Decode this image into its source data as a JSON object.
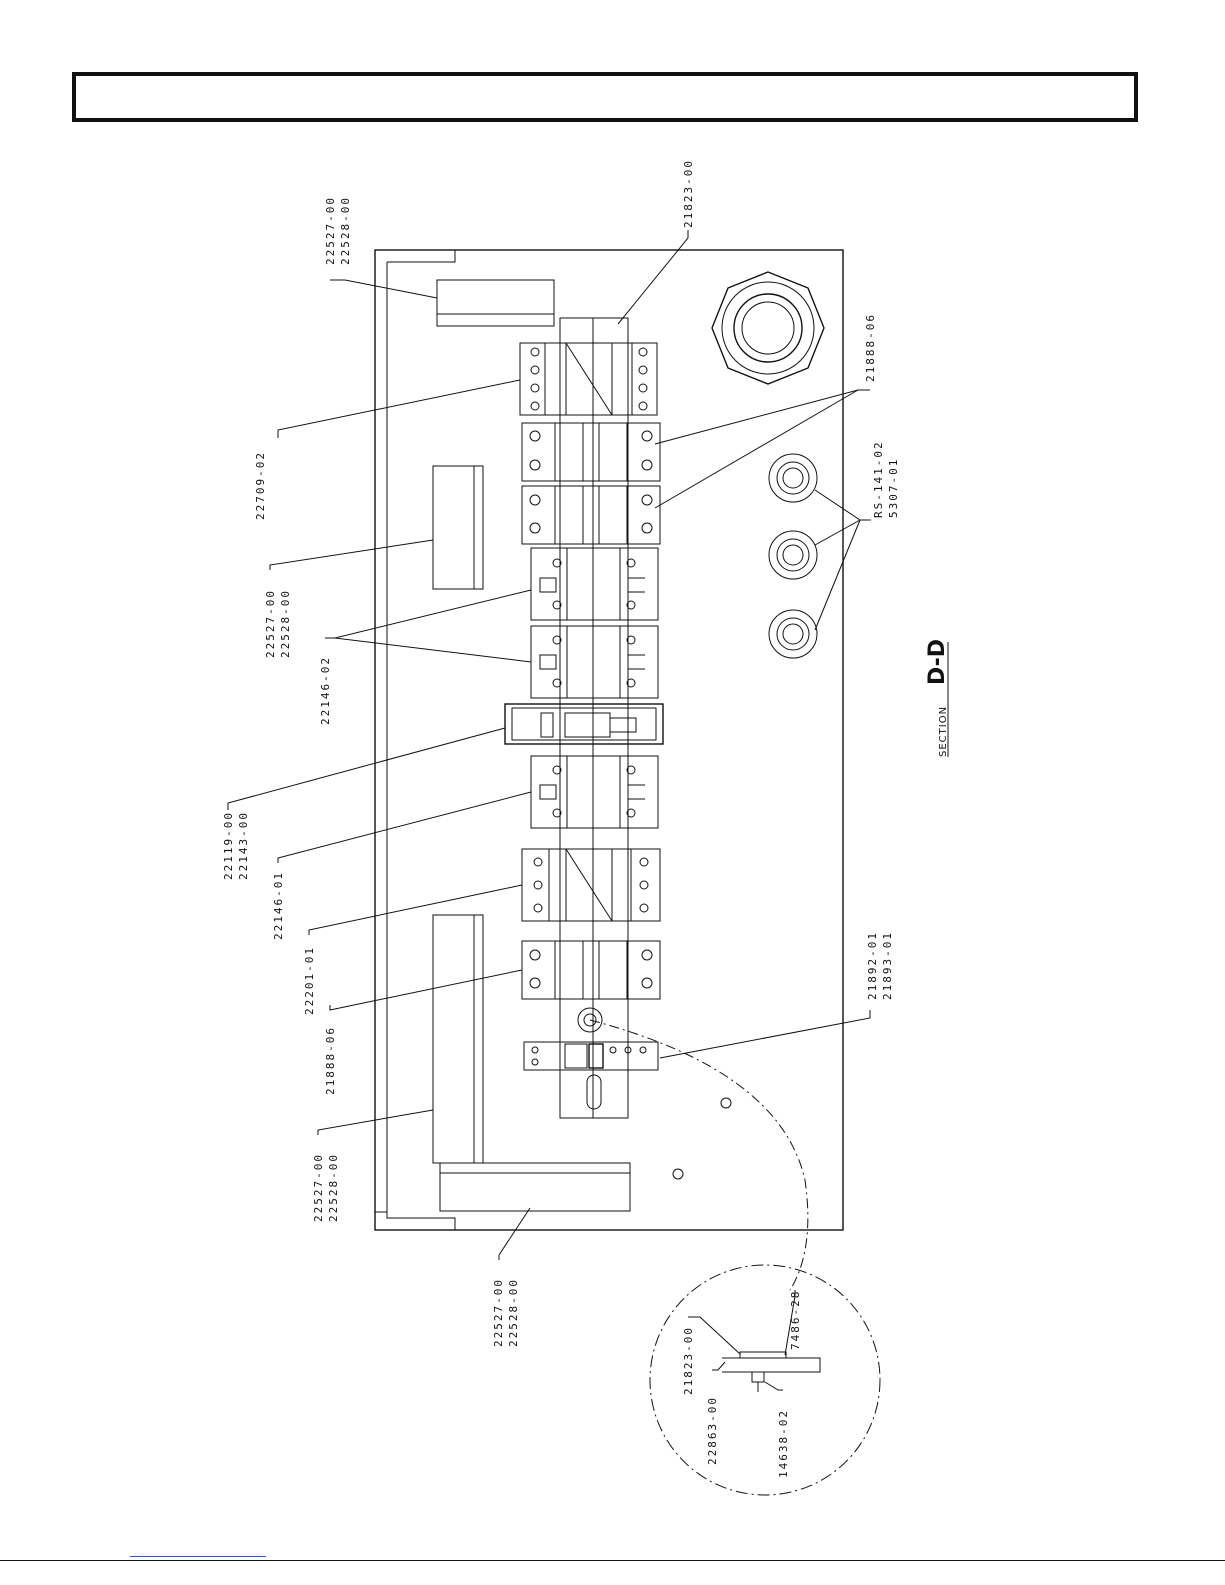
{
  "title_box": {
    "text": ""
  },
  "section": {
    "prefix": "SECTION",
    "id": "D-D"
  },
  "labels": {
    "top_duct_1": "22527-00",
    "top_duct_2": "22528-00",
    "din_rail": "21823-00",
    "relay_22709": "22709-02",
    "duct_mid_1": "22527-00",
    "duct_mid_2": "22528-00",
    "relay_22146_02": "22146-02",
    "switch_1": "22119-00",
    "switch_2": "22143-00",
    "relay_22146_01": "22146-01",
    "relay_22201": "22201-01",
    "terminal_21888_left": "21888-06",
    "duct_low_1": "22527-00",
    "duct_low_2": "22528-00",
    "duct_bottom_1": "22527-00",
    "duct_bottom_2": "22528-00",
    "terminal_21888_right": "21888-06",
    "gland_1": "RS-141-02",
    "gland_2": "5307-01",
    "end_1": "21892-01",
    "end_2": "21893-01",
    "detail_rail": "21823-00",
    "detail_screw": "7486-28",
    "detail_nut": "22863-00",
    "detail_stud": "14638-02"
  }
}
